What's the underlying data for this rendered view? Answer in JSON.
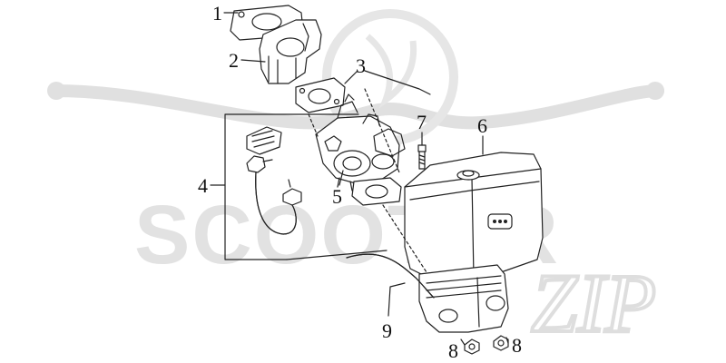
{
  "watermark": {
    "brand": "SCOOTER",
    "sub": "ZIP",
    "color": "#e2e2e2"
  },
  "callouts": [
    {
      "label": "1"
    },
    {
      "label": "2"
    },
    {
      "label": "3"
    },
    {
      "label": "4"
    },
    {
      "label": "5"
    },
    {
      "label": "6"
    },
    {
      "label": "7"
    },
    {
      "label": "8"
    },
    {
      "label": "8"
    },
    {
      "label": "9"
    }
  ],
  "colors": {
    "line": "#222222",
    "background": "#ffffff"
  }
}
